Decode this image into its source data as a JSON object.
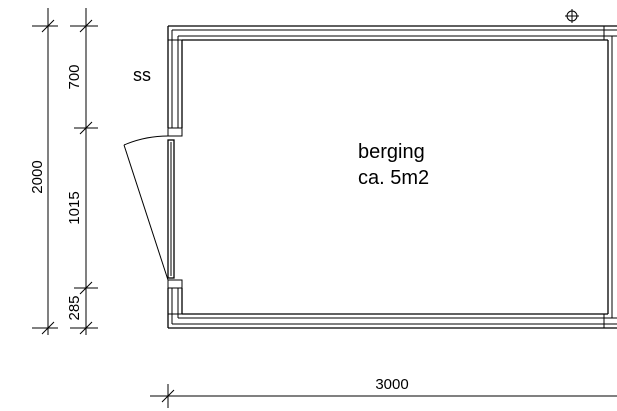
{
  "room": {
    "name_line1": "berging",
    "name_line2": "ca. 5m2"
  },
  "ss_label": "ss",
  "dimensions": {
    "total_height": "2000",
    "segment_top": "700",
    "segment_middle": "1015",
    "segment_bottom": "285",
    "width": "3000"
  },
  "symbols": {
    "marker": "circle-cross-icon"
  }
}
